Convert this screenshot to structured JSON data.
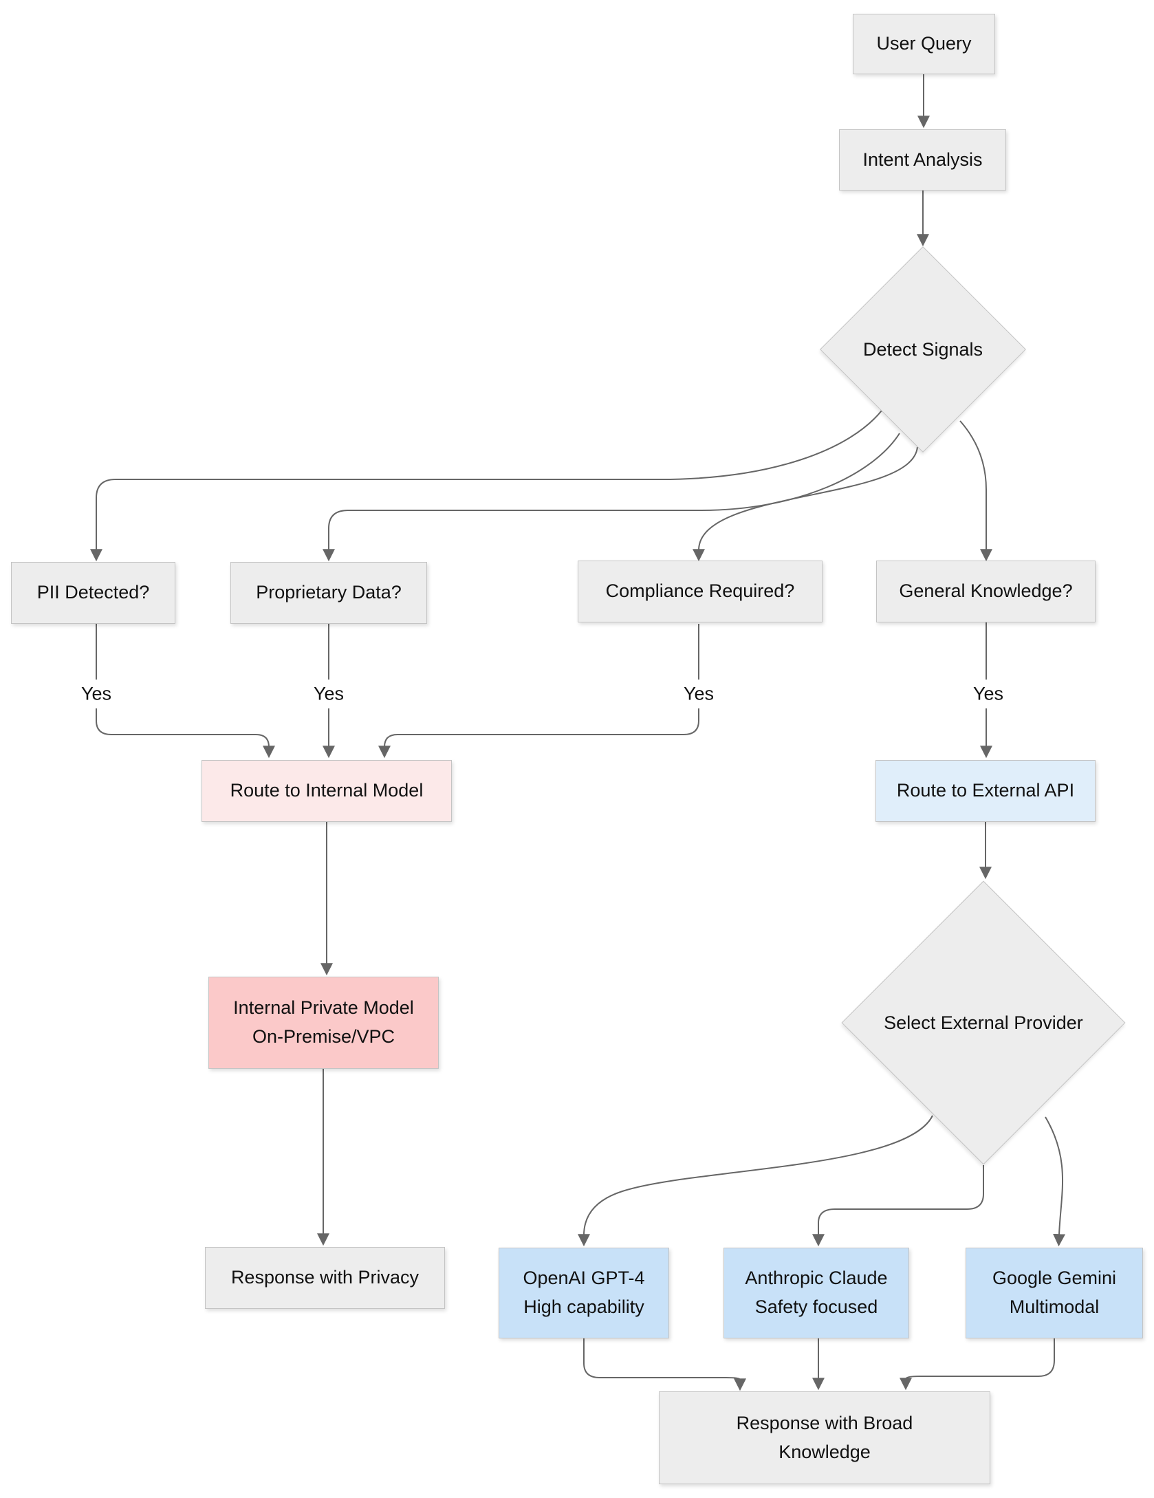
{
  "colors": {
    "canvas_bg": "#ffffff",
    "node_fill": "#ededed",
    "node_border": "#c4c4c4",
    "pink_light": "#fce9e9",
    "pink_strong": "#fbc9c9",
    "blue_light": "#e0eefa",
    "blue_strong": "#c8e1f8",
    "edge_color": "#666666",
    "text_color": "#111111"
  },
  "nodes": {
    "user_query": {
      "label": "User Query"
    },
    "intent_analysis": {
      "label": "Intent Analysis"
    },
    "detect_signals": {
      "label": "Detect Signals"
    },
    "pii": {
      "label": "PII Detected?"
    },
    "proprietary": {
      "label": "Proprietary Data?"
    },
    "compliance": {
      "label": "Compliance Required?"
    },
    "general": {
      "label": "General Knowledge?"
    },
    "route_internal": {
      "label": "Route to Internal Model"
    },
    "route_external": {
      "label": "Route to External API"
    },
    "internal_model": {
      "lines": [
        "Internal Private Model",
        "On-Premise/VPC"
      ]
    },
    "select_provider": {
      "label": "Select External Provider"
    },
    "openai": {
      "lines": [
        "OpenAI GPT-4",
        "High capability"
      ]
    },
    "anthropic": {
      "lines": [
        "Anthropic Claude",
        "Safety focused"
      ]
    },
    "gemini": {
      "lines": [
        "Google Gemini",
        "Multimodal"
      ]
    },
    "response_privacy": {
      "label": "Response with Privacy"
    },
    "response_broad": {
      "lines": [
        "Response with Broad",
        "Knowledge"
      ]
    }
  },
  "edge_labels": {
    "pii_yes": "Yes",
    "proprietary_yes": "Yes",
    "compliance_yes": "Yes",
    "general_yes": "Yes"
  }
}
